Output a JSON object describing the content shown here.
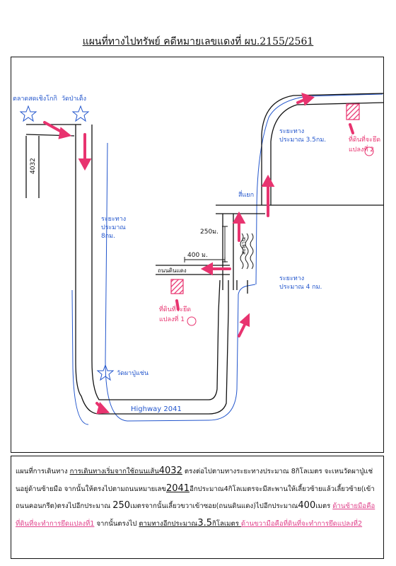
{
  "title": "แผนที่ทางไปทรัพย์  คดีหมายเลขแดงที่ ผบ.2155/2561",
  "map": {
    "landmarks": {
      "market": "ตลาดสดเชิงโกกิ",
      "temple_top": "วัดป่าเต็ง",
      "temple_bottom": "วัดผาปู่แช่น",
      "intersection": "สี่แยก"
    },
    "roads": {
      "road_4032": "4032",
      "road_2041": "Highway 2041",
      "dirt_road": "ถนนดินแดง"
    },
    "distances": {
      "d8": "ระยะทาง\nประมาณ\n8กม.",
      "d4": "ระยะทาง\nประมาณ 4 กม.",
      "d35": "ระยะทาง\nประมาณ 3.5กม.",
      "d400": "400 ม.",
      "d250": "250ม."
    },
    "bridge": "สะพาน",
    "plot1": "ที่ดินที่จะยึด\nแปลงที่ 1",
    "plot2": "ที่ดินที่จะยึด\nแปลงที่ 2",
    "colors": {
      "route": "#e8336f",
      "road": "#111111",
      "outline": "#2255cc"
    }
  },
  "description": {
    "p0": "แผนที่การเดินทาง ",
    "p1": "การเดินทางเริ่มจากใช้ถนนเส้น",
    "p2": "4032",
    "p3": " ตรงต่อไปตามทางระยะทางประมาณ 8กิโลเมตร จะเหนวัดผาปู่แช่นอยู่ด้านซ้ายมือ",
    "p4": "จากนั้นให้ตรงไปตามถนนหมายเลข",
    "p5": "2041",
    "p6": "อีกประมาณ4กิโลเมตรจะมีสะพานให้เลี้ยวซ้ายแล้วเลี้ยวซ้าย(เข้าถนนคอนกรีต)ตรงไปอีกประมาณ",
    "p7": "250",
    "p8": "เมตรจากนั้นเลี้ยวขวาเข้าซอย(ถนนดินแดง)ไปอีกประมาณ",
    "p9": "400",
    "p10": "เมตร ",
    "p11": "ด้านซ้ายมือคือที่ดินที่จะทำการยึดแปลงที่1",
    "p12": "  จากนั้นตรงไป",
    "p13": "ตามทางอีกประมาณ",
    "p14": "3.5",
    "p15": "กิโลเมตร ",
    "p16": "ด้านขวามือคือที่ดินที่จะทำการยึดแปลงที่2"
  }
}
